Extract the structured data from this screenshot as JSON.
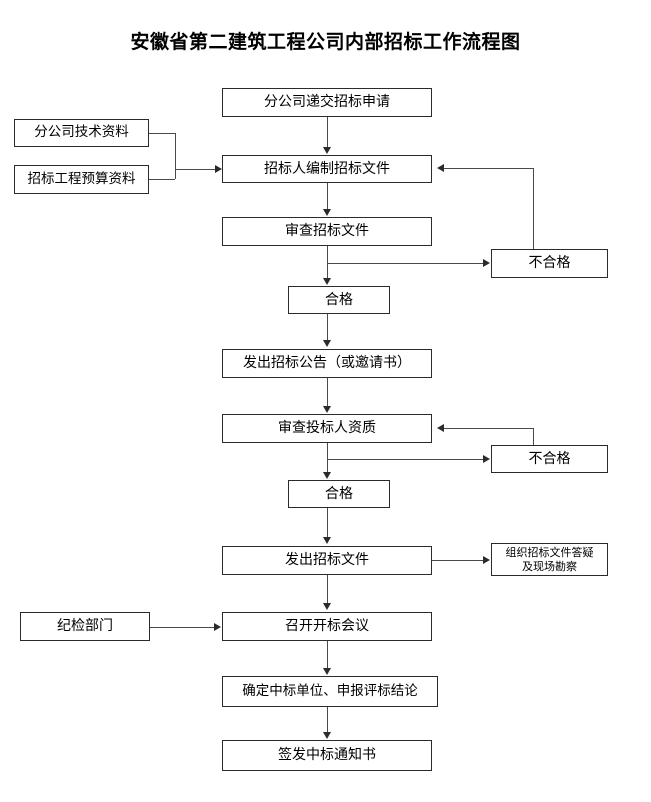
{
  "title": "安徽省第二建筑工程公司内部招标工作流程图",
  "colors": {
    "background": "#ffffff",
    "box_border": "#2b2b2b",
    "line": "#4a4a4a",
    "text": "#000000"
  },
  "nodes": [
    {
      "id": "apply",
      "label": "分公司递交招标申请"
    },
    {
      "id": "tech-data",
      "label": "分公司技术资料"
    },
    {
      "id": "budget-data",
      "label": "招标工程预算资料"
    },
    {
      "id": "prepare-docs",
      "label": "招标人编制招标文件"
    },
    {
      "id": "review-docs",
      "label": "审查招标文件"
    },
    {
      "id": "fail-1",
      "label": "不合格"
    },
    {
      "id": "pass-1",
      "label": "合格"
    },
    {
      "id": "announce",
      "label": "发出招标公告（或邀请书）"
    },
    {
      "id": "review-bidder",
      "label": "审查投标人资质"
    },
    {
      "id": "fail-2",
      "label": "不合格"
    },
    {
      "id": "pass-2",
      "label": "合格"
    },
    {
      "id": "issue-docs",
      "label": "发出招标文件"
    },
    {
      "id": "qa-survey",
      "label_line1": "组织招标文件答疑",
      "label_line2": "及现场勘察"
    },
    {
      "id": "discipline",
      "label": "纪检部门"
    },
    {
      "id": "open-meeting",
      "label": "召开开标会议"
    },
    {
      "id": "determine",
      "label": "确定中标单位、申报评标结论"
    },
    {
      "id": "notice",
      "label": "签发中标通知书"
    }
  ]
}
